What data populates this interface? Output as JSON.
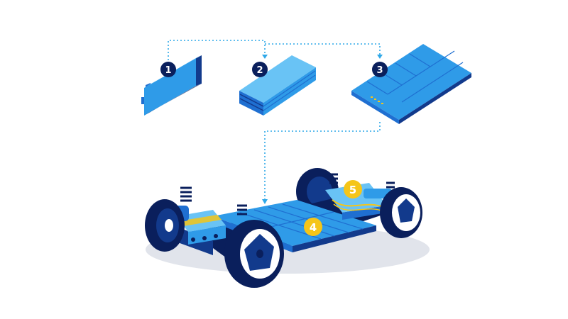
{
  "colors": {
    "navy": "#0a1f5c",
    "dark_blue": "#123a8c",
    "mid_blue": "#1f6fd1",
    "light_blue": "#2f9be8",
    "pale_blue": "#69c3f5",
    "connector": "#2fa8e8",
    "accent_yellow": "#f5c518"
  },
  "components": [
    {
      "id": "cell",
      "number": "1",
      "icon": "battery-cell-icon"
    },
    {
      "id": "module",
      "number": "2",
      "icon": "battery-module-icon"
    },
    {
      "id": "pack",
      "number": "3",
      "icon": "battery-pack-icon"
    }
  ],
  "chassis_markers": [
    {
      "id": "floor-battery",
      "number": "4"
    },
    {
      "id": "rear-motor",
      "number": "5"
    }
  ]
}
